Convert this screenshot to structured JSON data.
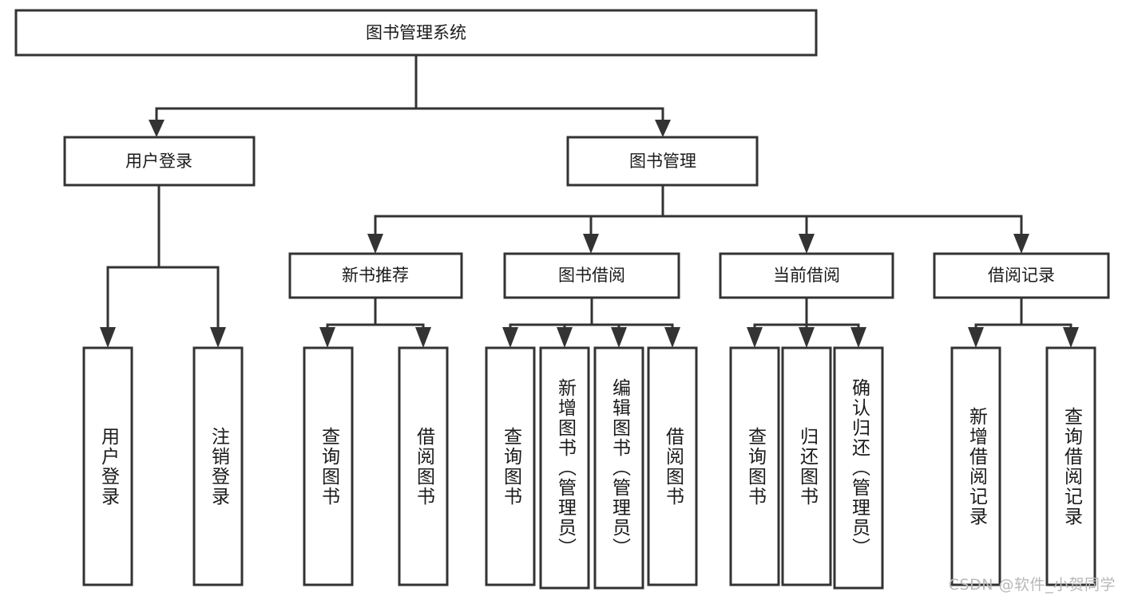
{
  "diagram": {
    "title_node": {
      "label": "图书管理系统"
    },
    "level2": [
      {
        "id": "user-login",
        "label": "用户登录"
      },
      {
        "id": "book-manage",
        "label": "图书管理"
      }
    ],
    "level3": [
      {
        "id": "new-book-recommend",
        "label": "新书推荐"
      },
      {
        "id": "book-borrow",
        "label": "图书借阅"
      },
      {
        "id": "current-borrow",
        "label": "当前借阅"
      },
      {
        "id": "borrow-record",
        "label": "借阅记录"
      }
    ],
    "leaves": {
      "user_login": [
        {
          "id": "leaf-user-login",
          "label": "用户登录"
        },
        {
          "id": "leaf-logout-login",
          "label": "注销登录"
        }
      ],
      "new_book_recommend": [
        {
          "id": "leaf-query-book-1",
          "label": "查询图书"
        },
        {
          "id": "leaf-borrow-book-1",
          "label": "借阅图书"
        }
      ],
      "book_borrow": [
        {
          "id": "leaf-query-book-2",
          "label": "查询图书"
        },
        {
          "id": "leaf-add-book",
          "label": "新增图书（管理员）"
        },
        {
          "id": "leaf-edit-book",
          "label": "编辑图书（管理员）"
        },
        {
          "id": "leaf-borrow-book-2",
          "label": "借阅图书"
        }
      ],
      "current_borrow": [
        {
          "id": "leaf-query-book-3",
          "label": "查询图书"
        },
        {
          "id": "leaf-return-book",
          "label": "归还图书"
        },
        {
          "id": "leaf-confirm-return",
          "label": "确认归还（管理员）"
        }
      ],
      "borrow_record": [
        {
          "id": "leaf-add-record",
          "label": "新增借阅记录"
        },
        {
          "id": "leaf-query-record",
          "label": "查询借阅记录"
        }
      ]
    },
    "watermark": {
      "text": "CSDN @软件_小贺同学"
    },
    "colors": {
      "stroke": "#333333",
      "fill": "#ffffff",
      "text": "#1a1a1a",
      "watermark": "#b8b8b8"
    }
  }
}
